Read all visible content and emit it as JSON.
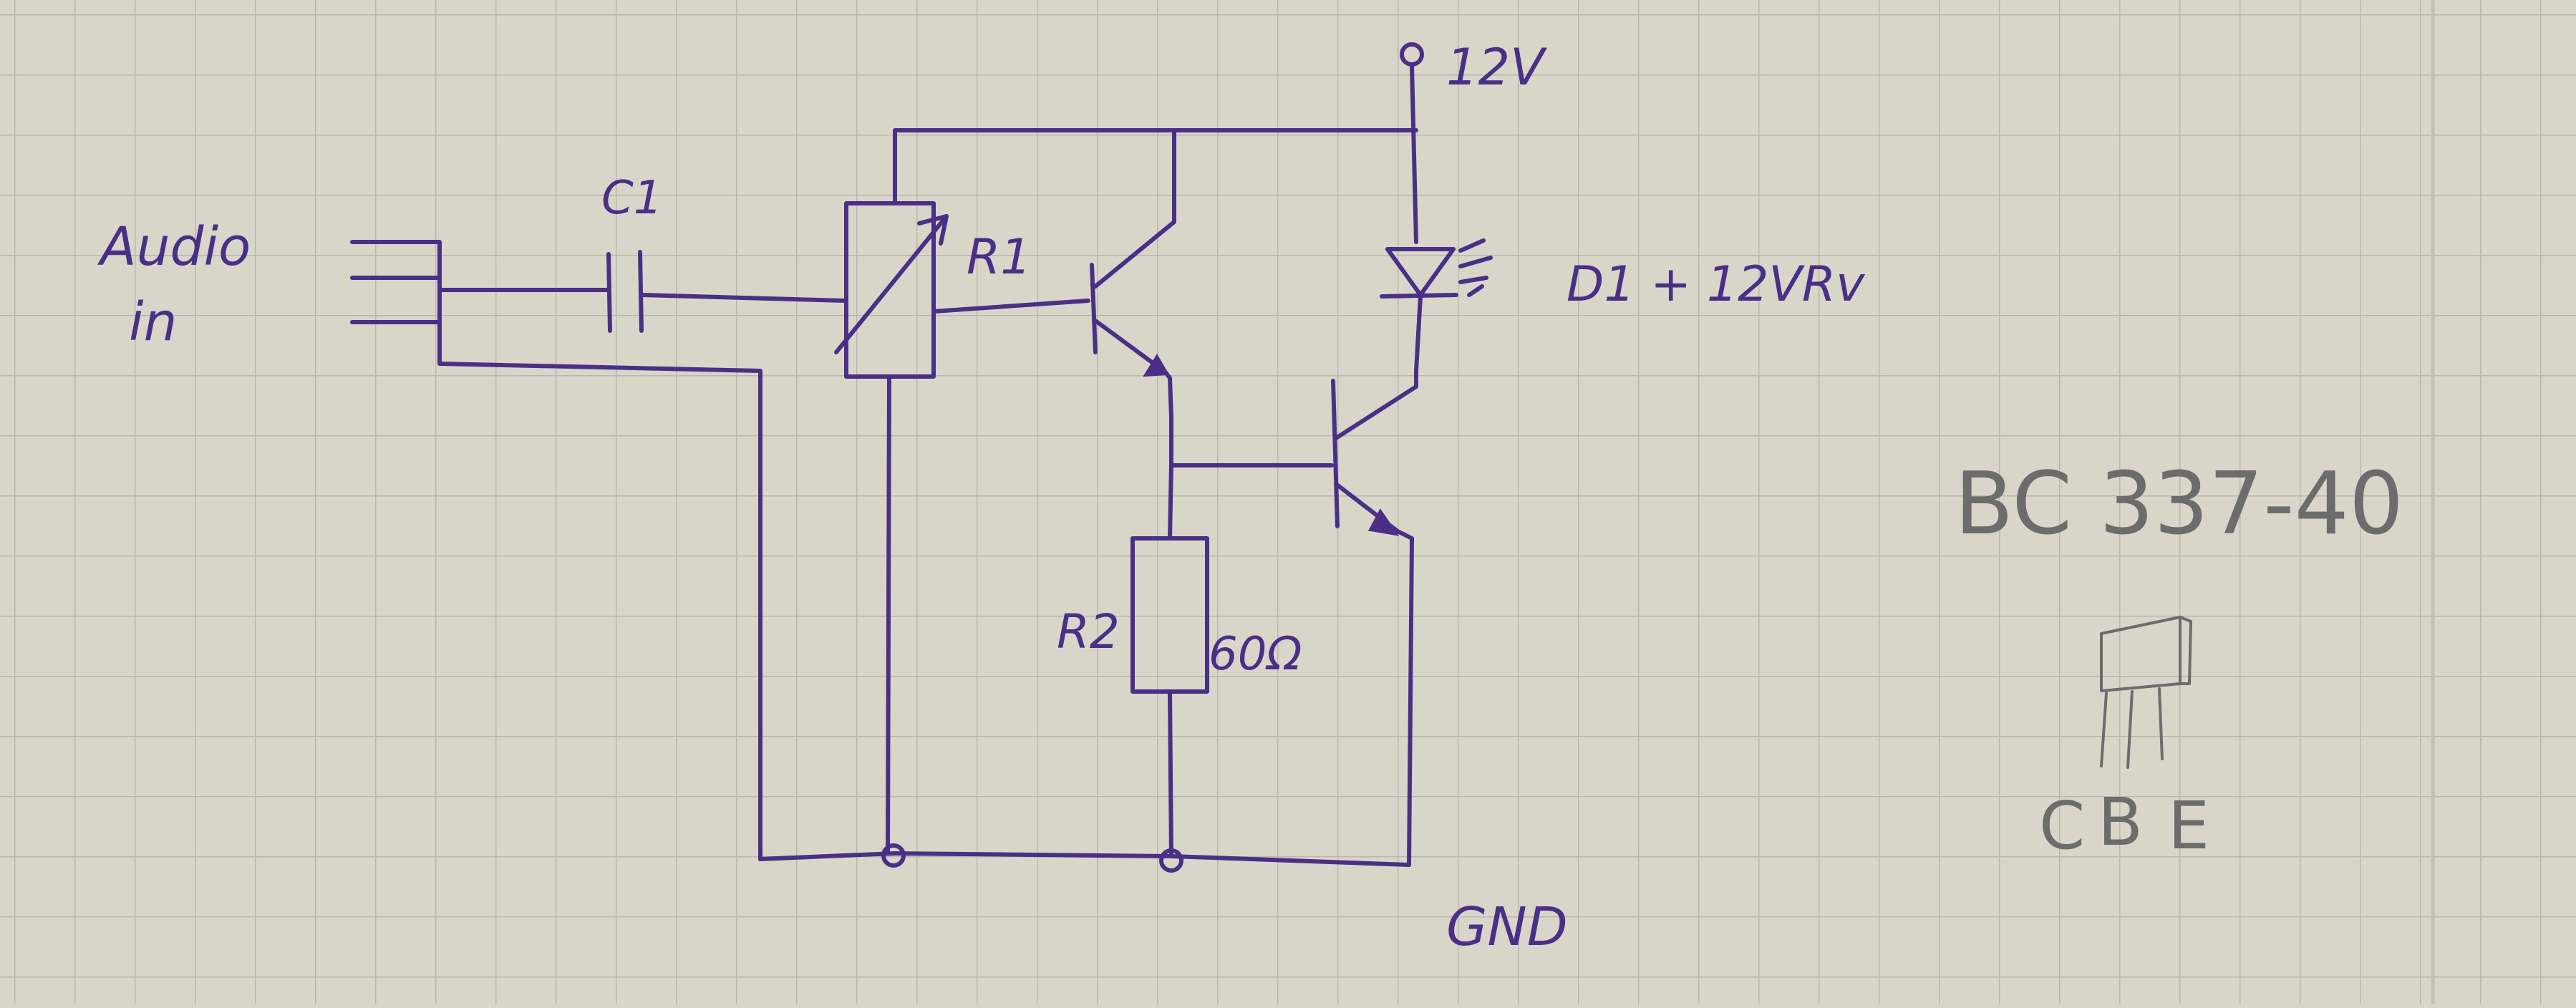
{
  "colors": {
    "paper": "#d9d6c9",
    "grid": "#b9b8b0",
    "ink": "#4b2f86",
    "pencil": "#6c6c6c"
  },
  "labels": {
    "audio_line1": "Audio",
    "audio_line2": "in",
    "c1": "C1",
    "r1": "R1",
    "r2": "R2",
    "r2_value": "60Ω",
    "supply": "12V",
    "d1": "D1 + 12VRv",
    "gnd": "GND",
    "part_number": "BC 337-40",
    "pin_c": "C",
    "pin_b": "B",
    "pin_e": "E"
  }
}
